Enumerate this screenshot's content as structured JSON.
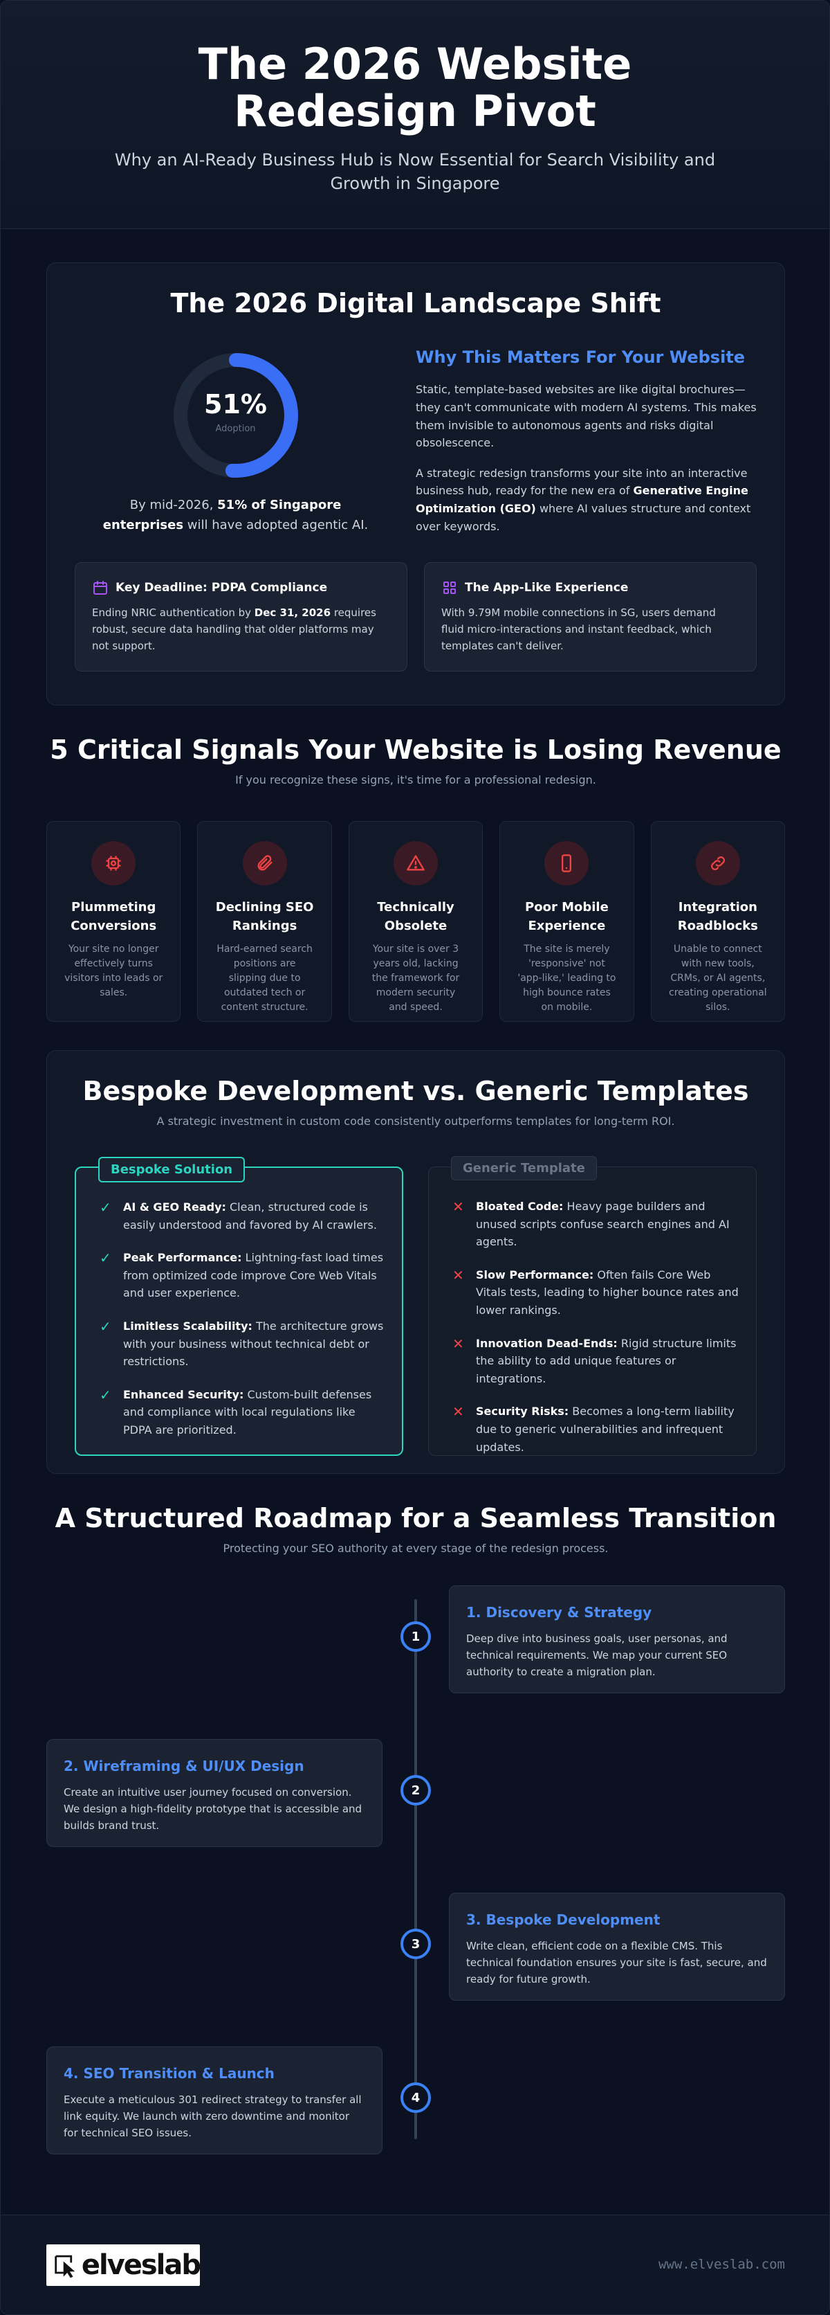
{
  "hero": {
    "title": "The 2026 Website Redesign Pivot",
    "subtitle": "Why an AI-Ready Business Hub is Now Essential for Search Visibility and Growth in Singapore"
  },
  "landscape": {
    "title": "The 2026 Digital Landscape Shift",
    "donut": {
      "value_text": "51%",
      "fraction": 0.51,
      "label": "Adoption",
      "color": "#3b6ef6",
      "track": "#1f2a3d"
    },
    "caption_pre": "By mid-2026, ",
    "caption_bold": "51% of Singapore enterprises",
    "caption_post": " will have adopted agentic AI.",
    "why_title": "Why This Matters For Your Website",
    "why_p1": "Static, template-based websites are like digital brochures—they can't communicate with modern AI systems. This makes them invisible to autonomous agents and risks digital obsolescence.",
    "why_p2_pre": "A strategic redesign transforms your site into an interactive business hub, ready for the new era of ",
    "why_p2_bold": "Generative Engine Optimization (GEO)",
    "why_p2_post": " where AI values structure and context over keywords.",
    "cards": [
      {
        "title": "Key Deadline: PDPA Compliance",
        "text_pre": "Ending NRIC authentication by ",
        "text_bold": "Dec 31, 2026",
        "text_post": " requires robust, secure data handling that older platforms may not support.",
        "icon": "calendar-icon"
      },
      {
        "title": "The App-Like Experience",
        "text": "With 9.79M mobile connections in SG, users demand fluid micro-interactions and instant feedback, which templates can't deliver.",
        "icon": "grid-icon"
      }
    ],
    "accent_purple": "#a855f7"
  },
  "signals": {
    "title": "5 Critical Signals Your Website is Losing Revenue",
    "subtitle": "If you recognize these signs, it's time for a professional redesign.",
    "accent": "#ef4444",
    "items": [
      {
        "title": "Plummeting Conversions",
        "text": "Your site no longer effectively turns visitors into leads or sales.",
        "icon": "target-icon"
      },
      {
        "title": "Declining SEO Rankings",
        "text": "Hard-earned search positions are slipping due to outdated tech or content structure.",
        "icon": "paperclip-icon"
      },
      {
        "title": "Technically Obsolete",
        "text": "Your site is over 3 years old, lacking the framework for modern security and speed.",
        "icon": "warning-icon"
      },
      {
        "title": "Poor Mobile Experience",
        "text": "The site is merely 'responsive' not 'app-like,' leading to high bounce rates on mobile.",
        "icon": "mobile-icon"
      },
      {
        "title": "Integration Roadblocks",
        "text": "Unable to connect with new tools, CRMs, or AI agents, creating operational silos.",
        "icon": "link-icon"
      }
    ]
  },
  "compare": {
    "title": "Bespoke Development vs. Generic Templates",
    "subtitle": "A strategic investment in custom code consistently outperforms templates for long-term ROI.",
    "good": {
      "tag": "Bespoke Solution",
      "items": [
        {
          "bold": "AI & GEO Ready:",
          "text": " Clean, structured code is easily understood and favored by AI crawlers."
        },
        {
          "bold": "Peak Performance:",
          "text": " Lightning-fast load times from optimized code improve Core Web Vitals and user experience."
        },
        {
          "bold": "Limitless Scalability:",
          "text": " The architecture grows with your business without technical debt or restrictions."
        },
        {
          "bold": "Enhanced Security:",
          "text": " Custom-built defenses and compliance with local regulations like PDPA are prioritized."
        }
      ]
    },
    "bad": {
      "tag": "Generic Template",
      "items": [
        {
          "bold": "Bloated Code:",
          "text": " Heavy page builders and unused scripts confuse search engines and AI agents."
        },
        {
          "bold": "Slow Performance:",
          "text": " Often fails Core Web Vitals tests, leading to higher bounce rates and lower rankings."
        },
        {
          "bold": "Innovation Dead-Ends:",
          "text": " Rigid structure limits the ability to add unique features or integrations."
        },
        {
          "bold": "Security Risks:",
          "text": " Becomes a long-term liability due to generic vulnerabilities and infrequent updates."
        }
      ]
    }
  },
  "roadmap": {
    "title": "A Structured Roadmap for a Seamless Transition",
    "subtitle": "Protecting your SEO authority at every stage of the redesign process.",
    "steps": [
      {
        "num": "1",
        "title": "1. Discovery & Strategy",
        "text": "Deep dive into business goals, user personas, and technical requirements. We map your current SEO authority to create a migration plan."
      },
      {
        "num": "2",
        "title": "2. Wireframing & UI/UX Design",
        "text": "Create an intuitive user journey focused on conversion. We design a high-fidelity prototype that is accessible and builds brand trust."
      },
      {
        "num": "3",
        "title": "3. Bespoke Development",
        "text": "Write clean, efficient code on a flexible CMS. This technical foundation ensures your site is fast, secure, and ready for future growth."
      },
      {
        "num": "4",
        "title": "4. SEO Transition & Launch",
        "text": "Execute a meticulous 301 redirect strategy to transfer all link equity. We launch with zero downtime and monitor for technical SEO issues."
      }
    ]
  },
  "footer": {
    "logo_text": "elveslab",
    "url": "www.elveslab.com"
  }
}
